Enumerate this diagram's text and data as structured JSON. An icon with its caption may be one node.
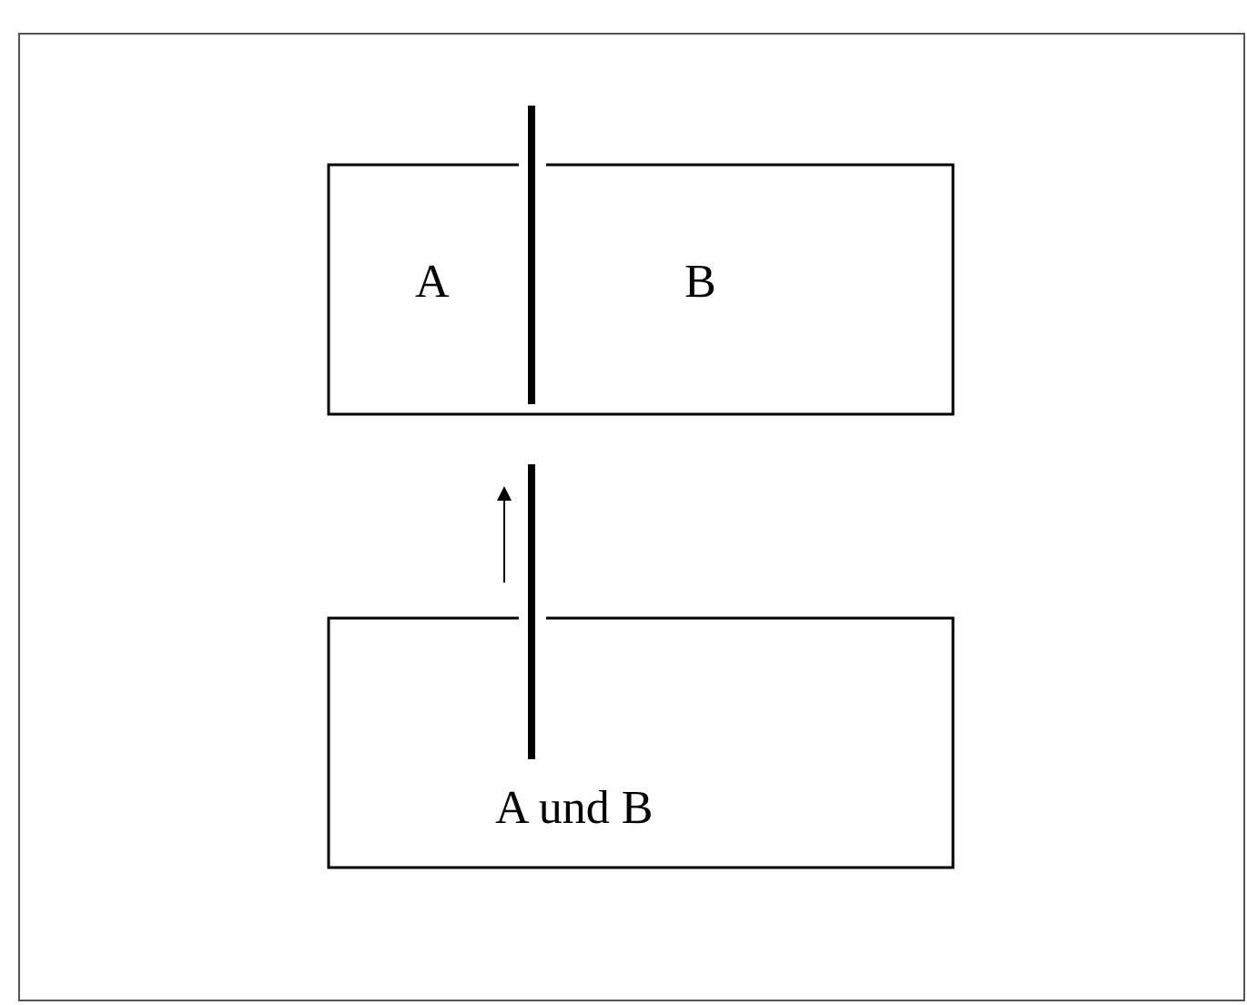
{
  "diagram": {
    "nodes": [
      {
        "text": [
          "A",
          "B"
        ]
      },
      {
        "text": [
          "A und B"
        ]
      }
    ]
  }
}
